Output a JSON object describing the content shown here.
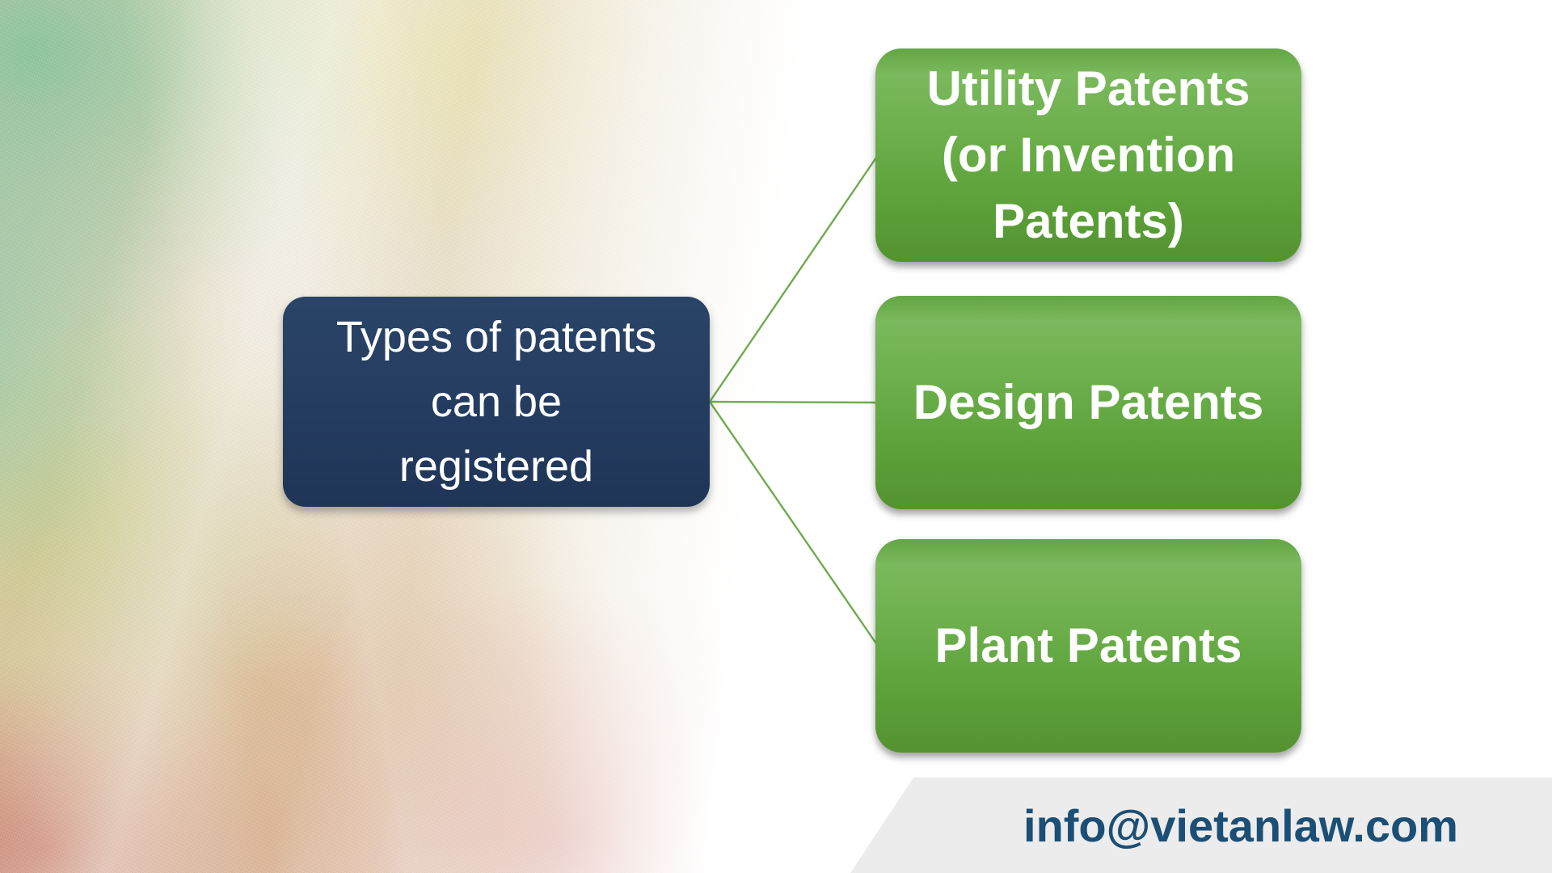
{
  "diagram": {
    "root_box": {
      "label": "Types of patents can be registered",
      "lines": [
        "Types of patents",
        "can be",
        "registered"
      ],
      "fill_color": "#243c60",
      "text_color": "#ffffff"
    },
    "branch_boxes": [
      {
        "label": "Utility Patents (or Invention Patents)",
        "lines": [
          "Utility Patents",
          "(or Invention",
          "Patents)"
        ]
      },
      {
        "label": "Design Patents",
        "lines": [
          "Design Patents"
        ]
      },
      {
        "label": "Plant Patents",
        "lines": [
          "Plant Patents"
        ]
      }
    ],
    "branch_fill_top": "#7ab95d",
    "branch_fill_bottom": "#539330",
    "branch_text_color": "#ffffff",
    "connector_color": "#6faa4e"
  },
  "footer": {
    "email": "info@vietanlaw.com",
    "band_color": "#ececec",
    "text_color": "#1b4f75"
  }
}
